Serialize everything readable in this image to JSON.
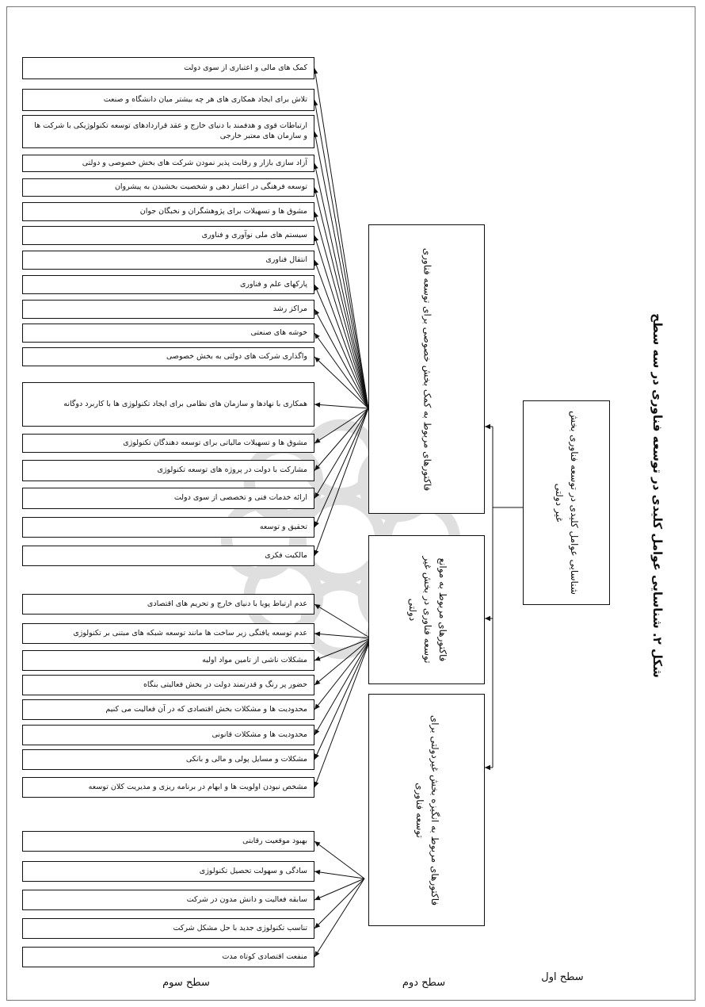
{
  "title": "شکل ۲. شناسایی عوامل کلیدی در توسعه فناوری در سه سطح",
  "level_labels": {
    "first": "سطح اول",
    "second": "سطح دوم",
    "third": "سطح سوم"
  },
  "level1": {
    "text": "شناسایی عوامل کلیدی در توسعه فناوری بخش غیر دولتی"
  },
  "level2": [
    {
      "text": "فاکتورهای مربوط به کمک بخش خصوصی برای توسعه فناوری"
    },
    {
      "text": "فاکتورهای مربوط به موانع توسعه فناوری در بخش غیر دولتی"
    },
    {
      "text": "فاکتورهای مربوط به انگیزه بخش غیردولتی برای توسعه فناوری"
    }
  ],
  "level3_groups": [
    [
      "کمک های مالی و اعتباری از سوی دولت",
      "تلاش برای ایجاد همکاری های هر چه بیشتر میان دانشگاه و صنعت",
      "ارتباطات قوی و هدفمند با دنیای خارج و عقد قراردادهای توسعه تکنولوژیکی با شرکت ها و سازمان های معتبر خارجی",
      "آزاد سازی بازار و رقابت پذیر نمودن شرکت های بخش خصوصی و دولتی",
      "توسعه فرهنگی در اعتبار دهی و شخصیت بخشیدن به پیشروان",
      "مشوق ها و تسهیلات برای پژوهشگران و نخبگان جوان",
      "سیستم های ملی نوآوری و فناوری",
      "انتقال فناوری",
      "پارکهای علم و فناوری",
      "مراکز رشد",
      "خوشه های صنعتی",
      "واگذاری شرکت های دولتی به بخش خصوصی",
      "همکاری با نهادها و سازمان های نظامی برای ایجاد تکنولوژی ها با کاربرد دوگانه",
      "مشوق ها و تسهیلات مالیاتی برای توسعه دهندگان تکنولوژی",
      "مشارکت با دولت در پروژه های توسعه تکنولوژی",
      "ارائه خدمات فنی و تخصصی از سوی دولت",
      "تحقیق و توسعه",
      "مالکیت فکری"
    ],
    [
      "عدم ارتباط پویا با دنیای خارج و تحریم های اقتصادی",
      "عدم توسعه یافتگی زیر ساخت ها مانند توسعه شبکه های مبتنی بر تکنولوژی",
      "مشکلات ناشی از تامین مواد اولیه",
      "حضور پر رنگ و قدرتمند دولت در بخش فعالیتی بنگاه",
      "محدودیت ها و مشکلات بخش اقتصادی که در آن فعالیت می کنیم",
      "محدودیت ها و مشکلات قانونی",
      "مشکلات و مسایل پولی و مالی و بانکی",
      "مشخص نبودن اولویت ها و ابهام در برنامه ریزی و مدیریت کلان توسعه"
    ],
    [
      "بهبود موقعیت رقابتی",
      "سادگی و سهولت تحصیل تکنولوژی",
      "سابقه فعالیت و دانش مدون در شرکت",
      "تناسب تکنولوژی جدید با حل مشکل شرکت",
      "منفعت اقتصادی کوتاه مدت"
    ]
  ]
}
